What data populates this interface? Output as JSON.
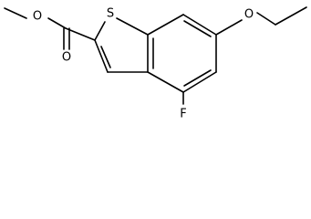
{
  "molecule": {
    "atoms": {
      "sulfur": "S",
      "ester_oxygen": "O",
      "carbonyl_oxygen": "O",
      "ether_oxygen": "O",
      "fluorine": "F"
    }
  },
  "colors": {
    "bond": "#000000",
    "label": "#000000",
    "background": "#ffffff"
  }
}
